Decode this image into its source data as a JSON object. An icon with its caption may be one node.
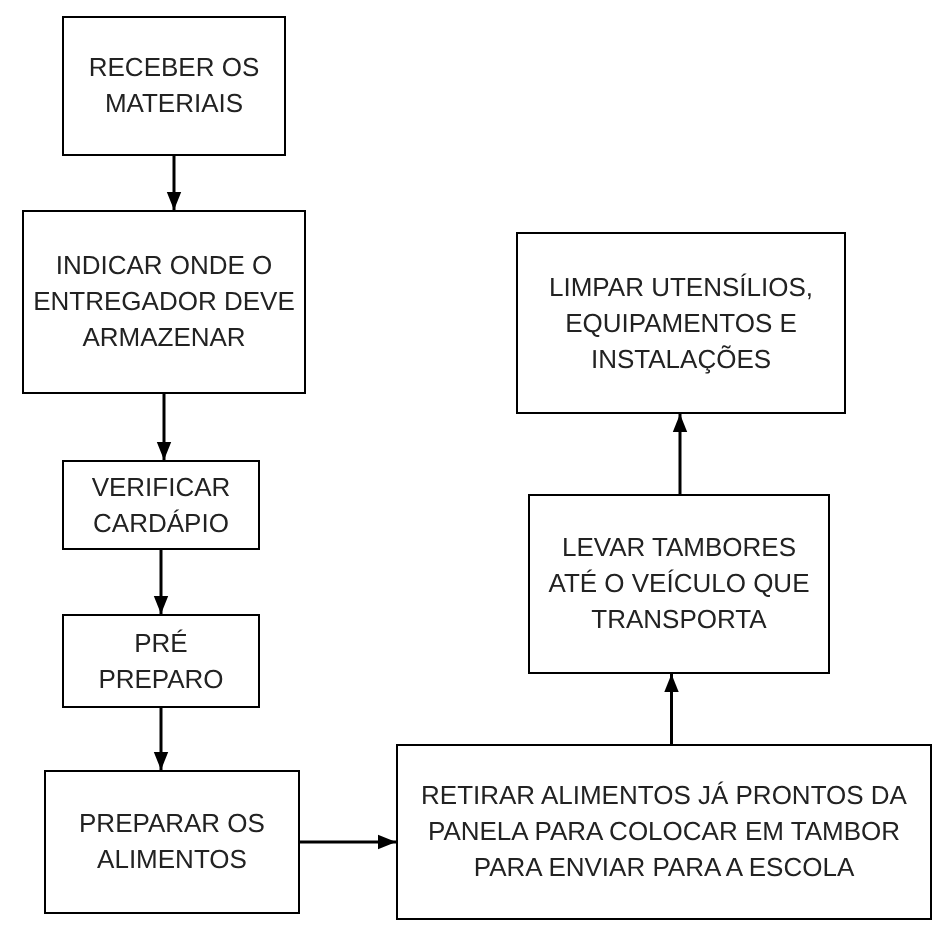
{
  "diagram": {
    "nodes": [
      {
        "text": [
          "RECEBER OS MATERIAIS"
        ]
      },
      {
        "text": [
          "INDICAR ONDE O ENTREGADOR DEVE ARMAZENAR"
        ]
      },
      {
        "text": [
          "VERIFICAR CARDÁPIO"
        ]
      },
      {
        "text": [
          "PRÉ PREPARO"
        ]
      },
      {
        "text": [
          "PREPARAR OS ALIMENTOS"
        ]
      },
      {
        "text": [
          "RETIRAR ALIMENTOS JÁ PRONTOS DA PANELA PARA COLOCAR EM TAMBOR PARA ENVIAR PARA A ESCOLA"
        ]
      },
      {
        "text": [
          "LEVAR TAMBORES ATÉ O VEÍCULO QUE TRANSPORTA"
        ]
      },
      {
        "text": [
          "LIMPAR UTENSÍLIOS, EQUIPAMENTOS E INSTALAÇÕES"
        ]
      }
    ],
    "edges": [
      {
        "from": 0,
        "to": 1,
        "arrow": "to"
      },
      {
        "from": 1,
        "to": 2,
        "arrow": "to"
      },
      {
        "from": 2,
        "to": 3,
        "arrow": "to"
      },
      {
        "from": 3,
        "to": 4,
        "arrow": "to"
      },
      {
        "from": 4,
        "to": 5,
        "arrow": "to"
      },
      {
        "from": 5,
        "to": 6,
        "arrow": "to"
      },
      {
        "from": 6,
        "to": 7,
        "arrow": "to"
      }
    ]
  }
}
